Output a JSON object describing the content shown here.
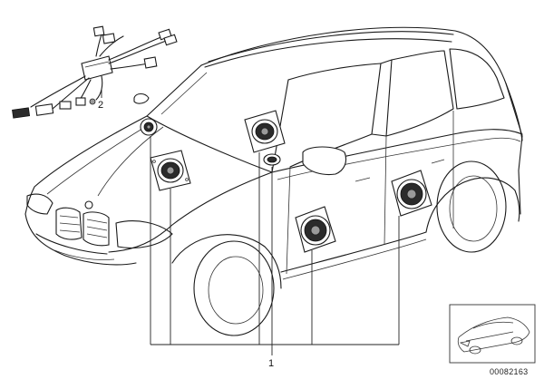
{
  "callouts": {
    "main_part": "1",
    "harness_part": "2"
  },
  "reference_number": "00082163",
  "colors": {
    "line": "#1a1a1a",
    "background": "#ffffff",
    "speaker_cone": "#2b2b2b"
  }
}
